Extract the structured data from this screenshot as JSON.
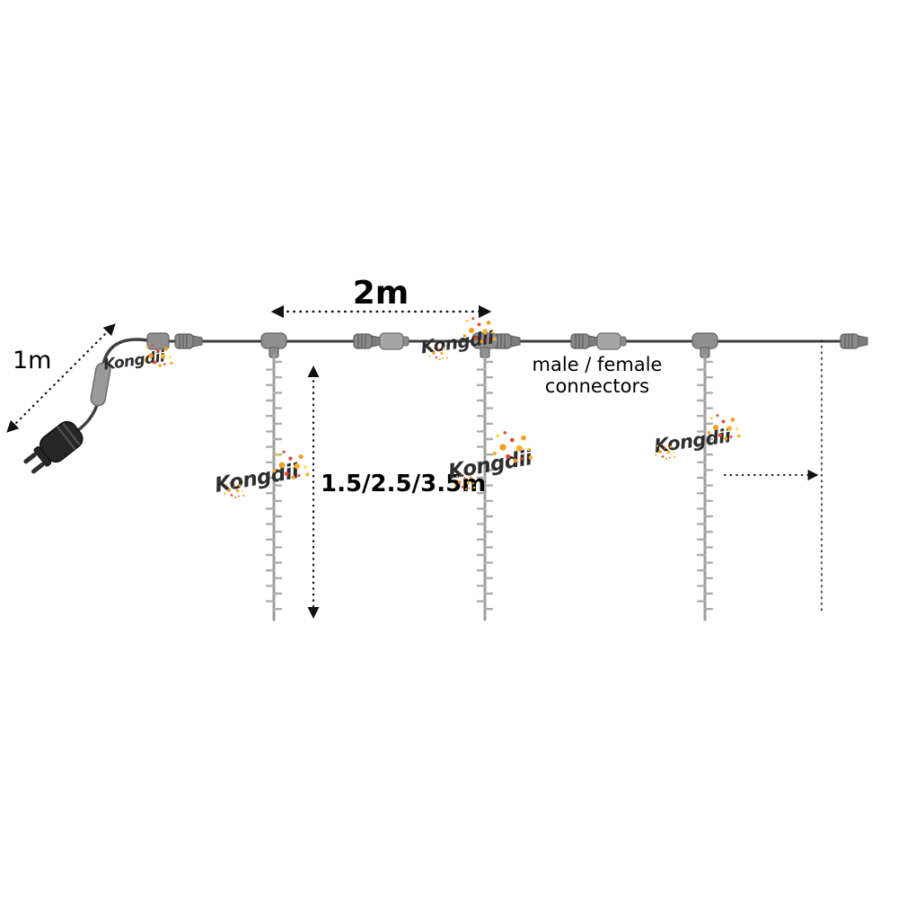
{
  "brand": "Kongdii",
  "labels": {
    "lead_length": "1m",
    "section_spacing": "2m",
    "drop_lengths": "1.5/2.5/3.5m",
    "connectors_line1": "male / female",
    "connectors_line2": "connectors"
  },
  "measurements": {
    "lead_cable_m": "1",
    "drop_spacing_m": "2",
    "drop_length_options_m": [
      "1.5",
      "2.5",
      "3.5"
    ],
    "visible_drops": 3
  },
  "colors": {
    "wire": "#3f3f3f",
    "connector": "#8f8f8f",
    "string": "#9d9d9d",
    "label_text": "#000000",
    "brand_text": "#2d2d2d",
    "confetti_orange": "#f39c1f",
    "confetti_red": "#e8442e",
    "confetti_yellow": "#ffd23f"
  }
}
